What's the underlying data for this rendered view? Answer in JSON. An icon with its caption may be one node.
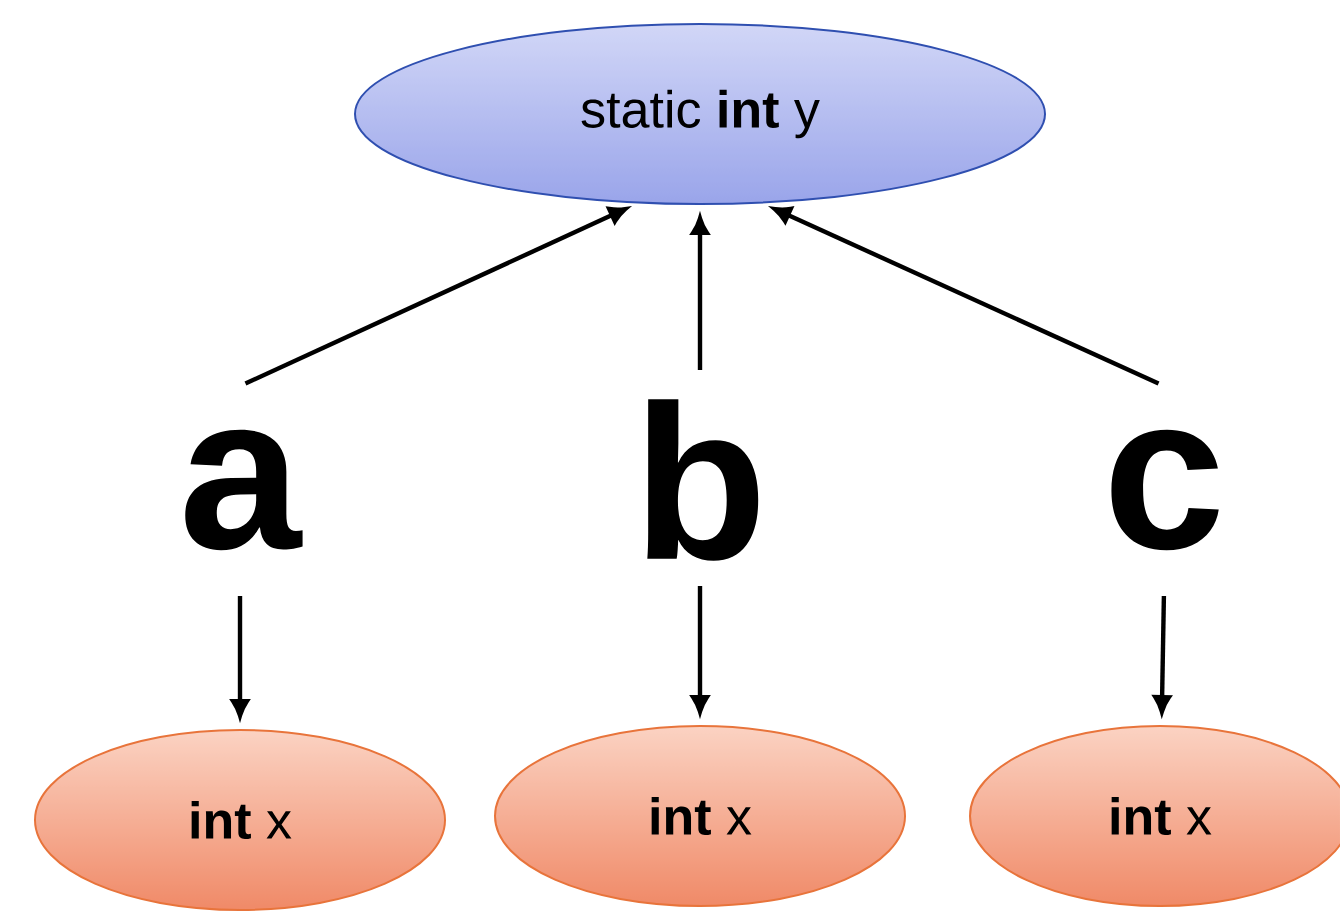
{
  "diagram": {
    "nodes": [
      {
        "text": [
          "static **int** y"
        ]
      },
      {
        "text": [
          "a"
        ]
      },
      {
        "text": [
          "b"
        ]
      },
      {
        "text": [
          "c"
        ]
      },
      {
        "text": [
          "**int** x"
        ]
      },
      {
        "text": [
          "**int** x"
        ]
      },
      {
        "text": [
          "**int** x"
        ]
      }
    ],
    "edges": [
      {
        "from": 1,
        "to": 0,
        "arrow": "to"
      },
      {
        "from": 2,
        "to": 0,
        "arrow": "to"
      },
      {
        "from": 3,
        "to": 0,
        "arrow": "to"
      },
      {
        "from": 1,
        "to": 4,
        "arrow": "to"
      },
      {
        "from": 2,
        "to": 5,
        "arrow": "to"
      },
      {
        "from": 3,
        "to": 6,
        "arrow": "to"
      }
    ]
  }
}
